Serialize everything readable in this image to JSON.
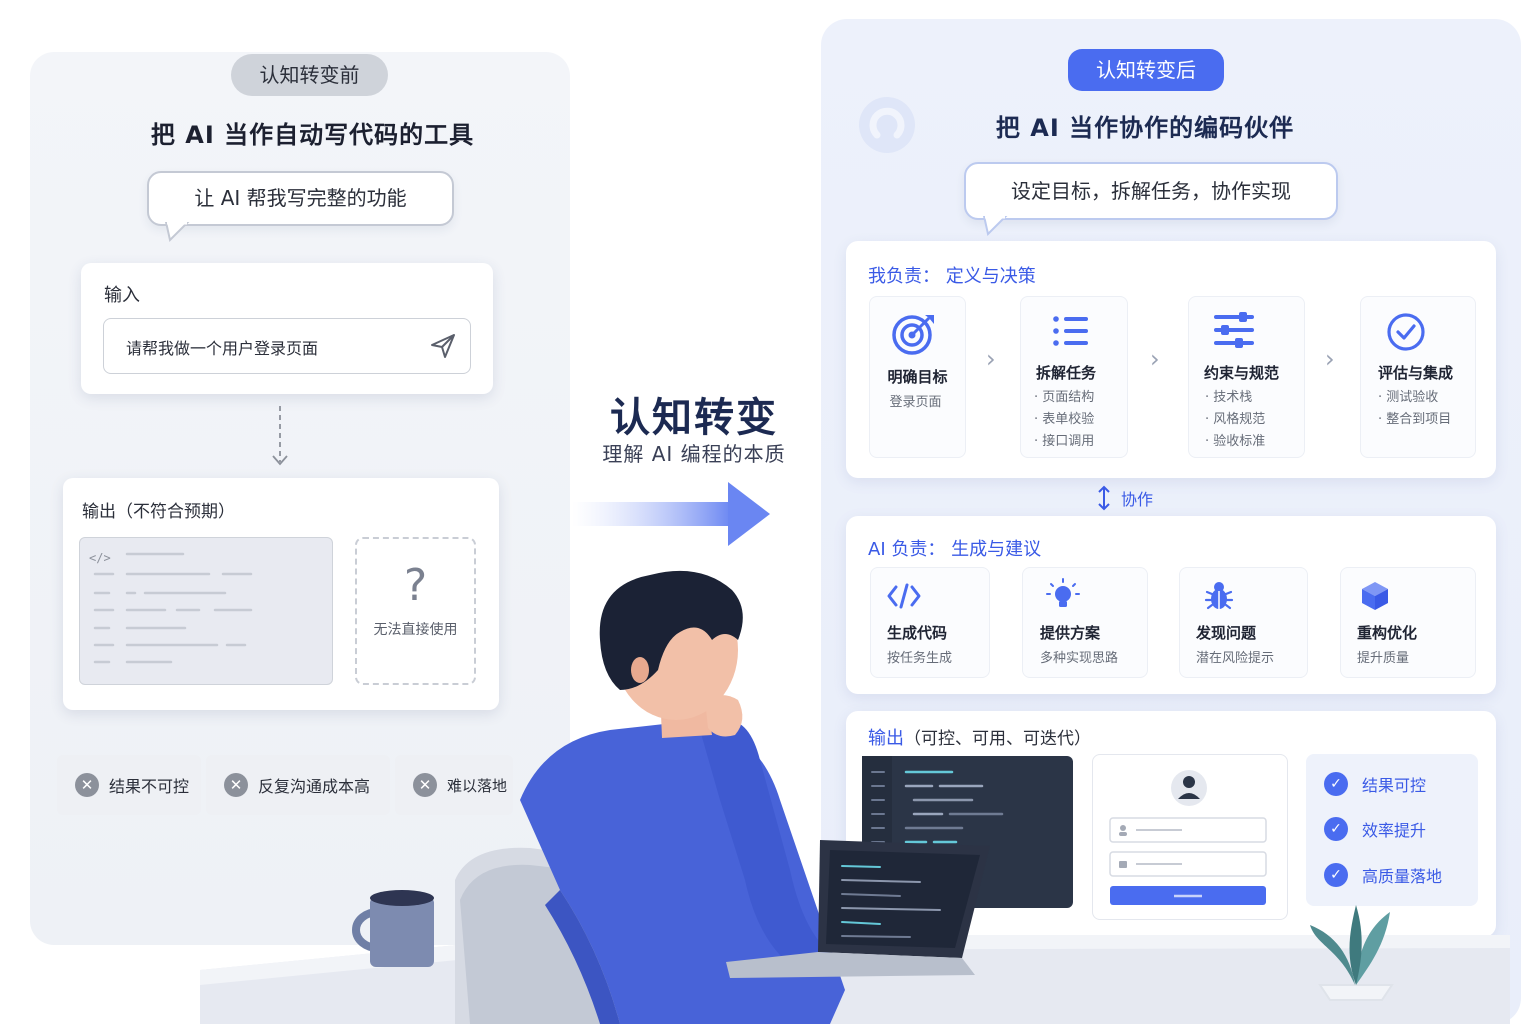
{
  "left": {
    "tag": "认知转变前",
    "title": "把 AI 当作自动写代码的工具",
    "bubble": "让 AI 帮我写完整的功能",
    "input_label": "输入",
    "input_value": "请帮我做一个用户登录页面",
    "output_label": "输出（不符合预期）",
    "question_mark": "?",
    "question_text": "无法直接使用",
    "problems": [
      "结果不可控",
      "反复沟通成本高",
      "难以落地"
    ]
  },
  "center": {
    "title": "认知转变",
    "subtitle": "理解 AI 编程的本质"
  },
  "right": {
    "tag": "认知转变后",
    "title": "把 AI 当作协作的编码伙伴",
    "bubble": "设定目标，拆解任务，协作实现",
    "me_section": {
      "title": "我负责：  定义与决策",
      "steps": [
        {
          "title": "明确目标",
          "sub": "登录页面",
          "icon": "target-icon"
        },
        {
          "title": "拆解任务",
          "bullets": [
            "页面结构",
            "表单校验",
            "接口调用"
          ],
          "icon": "list-icon"
        },
        {
          "title": "约束与规范",
          "bullets": [
            "技术栈",
            "风格规范",
            "验收标准"
          ],
          "icon": "sliders-icon"
        },
        {
          "title": "评估与集成",
          "bullets": [
            "测试验收",
            "整合到项目"
          ],
          "icon": "check-circle-icon"
        }
      ]
    },
    "collab_label": "协作",
    "ai_section": {
      "title": "AI 负责：  生成与建议",
      "items": [
        {
          "title": "生成代码",
          "sub": "按任务生成",
          "icon": "code-icon"
        },
        {
          "title": "提供方案",
          "sub": "多种实现思路",
          "icon": "lightbulb-icon"
        },
        {
          "title": "发现问题",
          "sub": "潜在风险提示",
          "icon": "bug-icon"
        },
        {
          "title": "重构优化",
          "sub": "提升质量",
          "icon": "cube-icon"
        }
      ]
    },
    "output_section": {
      "title": "输出",
      "title_suffix": "（可控、可用、可迭代）",
      "results": [
        "结果可控",
        "效率提升",
        "高质量落地"
      ]
    }
  },
  "colors": {
    "accent": "#4a6cf0",
    "accent_text": "#3a5ae6",
    "neutral_tag": "#cfd3da",
    "shirt": "#4863d8",
    "hair": "#1b2235"
  }
}
